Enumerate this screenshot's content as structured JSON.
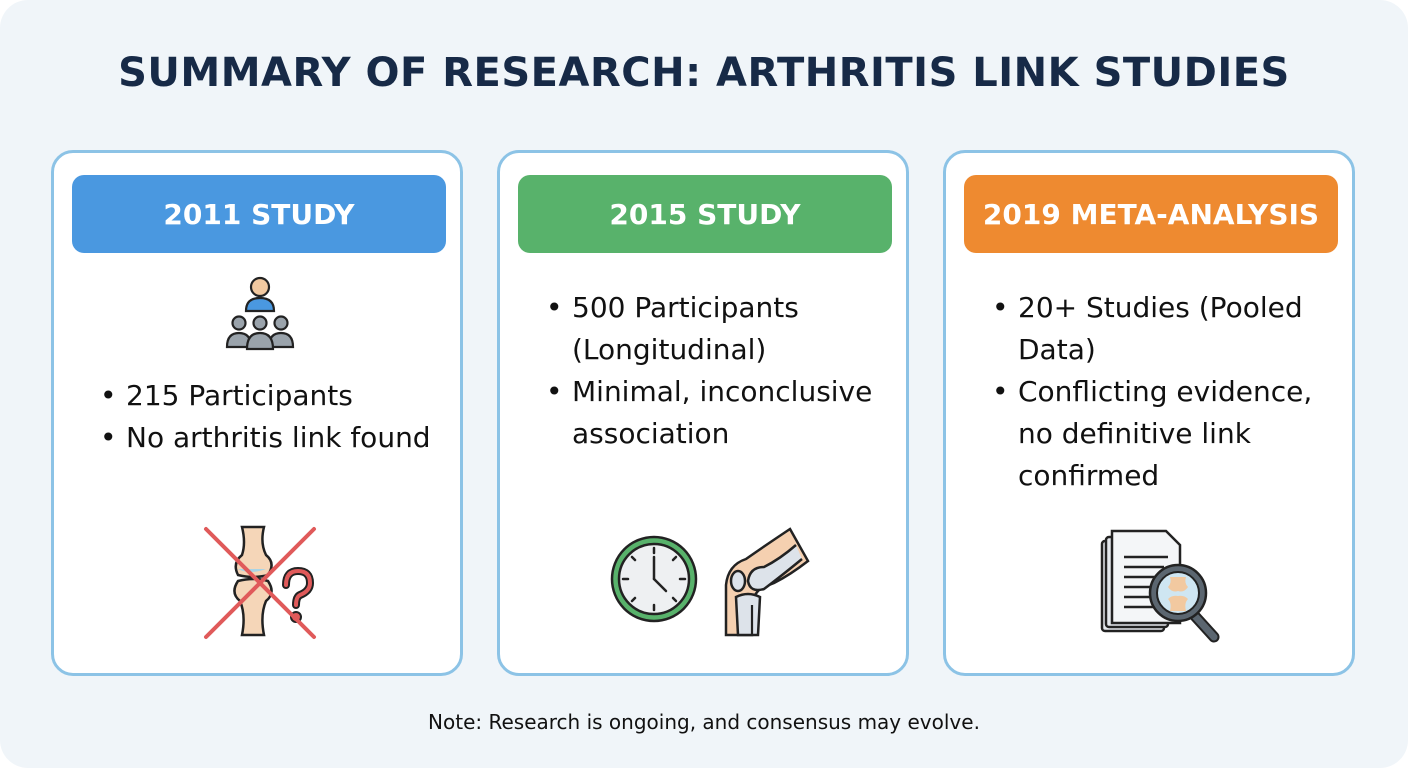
{
  "title": "SUMMARY OF RESEARCH: ARTHRITIS LINK STUDIES",
  "cards": [
    {
      "header": "2011 STUDY",
      "header_color": "#4a98e0",
      "bullets": [
        "215 Participants",
        "No arthritis link found"
      ],
      "icons": [
        "participants-group-icon",
        "crossed-joint-question-icon"
      ]
    },
    {
      "header": "2015 STUDY",
      "header_color": "#58b26b",
      "bullets": [
        "500 Participants (Longitudinal)",
        "Minimal, inconclusive association"
      ],
      "icons": [
        "clock-icon",
        "knee-joint-icon"
      ]
    },
    {
      "header": "2019 META-ANALYSIS",
      "header_color": "#ee8a30",
      "bullets": [
        "20+ Studies (Pooled Data)",
        "Conflicting evidence, no definitive link confirmed"
      ],
      "icons": [
        "documents-magnifier-joint-icon"
      ]
    }
  ],
  "note": "Note: Research is ongoing, and consensus may evolve.",
  "colors": {
    "title": "#172a47",
    "card_border": "#8cc3e6",
    "background": "#f0f5f9",
    "cross_red": "#e05a5a"
  }
}
